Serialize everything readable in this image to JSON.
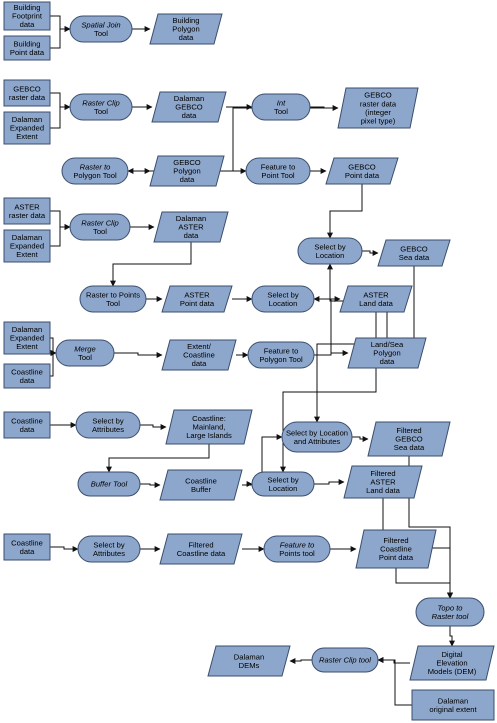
{
  "nodes": {
    "building_footprint": {
      "shape": "rect",
      "lines": [
        "Building",
        "Footprint",
        "data"
      ]
    },
    "building_point": {
      "shape": "rect",
      "lines": [
        "Building",
        "Point data"
      ]
    },
    "spatial_join": {
      "shape": "pill",
      "lines": [
        "Spatial Join",
        "Tool"
      ],
      "italic": [
        0
      ]
    },
    "building_polygon": {
      "shape": "para",
      "lines": [
        "Building",
        "Polygon",
        "data"
      ]
    },
    "gebco_raster": {
      "shape": "rect",
      "lines": [
        "GEBCO",
        "raster data"
      ]
    },
    "dalaman_extent_1": {
      "shape": "rect",
      "lines": [
        "Dalaman",
        "Expanded",
        "Extent"
      ]
    },
    "raster_clip_1": {
      "shape": "pill",
      "lines": [
        "Raster Clip",
        "Tool"
      ],
      "italic": [
        0
      ]
    },
    "dalaman_gebco": {
      "shape": "para",
      "lines": [
        "Dalaman",
        "GEBCO",
        "data"
      ]
    },
    "int_tool": {
      "shape": "pill",
      "lines": [
        "Int",
        "Tool"
      ],
      "italic": [
        0
      ]
    },
    "gebco_int": {
      "shape": "para",
      "lines": [
        "GEBCO",
        "raster data",
        "(integer",
        "pixel type)"
      ]
    },
    "raster_to_polygon": {
      "shape": "pill",
      "lines": [
        "Raster to",
        "Polygon Tool"
      ],
      "italic": [
        0
      ]
    },
    "gebco_polygon": {
      "shape": "para",
      "lines": [
        "GEBCO",
        "Polygon",
        "data"
      ]
    },
    "feature_to_point_1": {
      "shape": "pill",
      "lines": [
        "Feature to",
        "Point Tool"
      ]
    },
    "gebco_point": {
      "shape": "para",
      "lines": [
        "GEBCO",
        "Point data"
      ]
    },
    "aster_raster": {
      "shape": "rect",
      "lines": [
        "ASTER",
        "raster data"
      ]
    },
    "dalaman_extent_2": {
      "shape": "rect",
      "lines": [
        "Dalaman",
        "Expanded",
        "Extent"
      ]
    },
    "raster_clip_2": {
      "shape": "pill",
      "lines": [
        "Raster Clip",
        "Tool"
      ],
      "italic": [
        0
      ]
    },
    "dalaman_aster": {
      "shape": "para",
      "lines": [
        "Dalaman",
        "ASTER",
        "data"
      ]
    },
    "select_loc_1": {
      "shape": "pill",
      "lines": [
        "Select by",
        "Location"
      ]
    },
    "gebco_sea": {
      "shape": "para",
      "lines": [
        "GEBCO",
        "Sea data"
      ]
    },
    "raster_to_points": {
      "shape": "pill",
      "lines": [
        "Raster to Points",
        "Tool"
      ]
    },
    "aster_point": {
      "shape": "para",
      "lines": [
        "ASTER",
        "Point data"
      ]
    },
    "select_loc_2": {
      "shape": "pill",
      "lines": [
        "Select by",
        "Location"
      ]
    },
    "aster_land": {
      "shape": "para",
      "lines": [
        "ASTER",
        "Land data"
      ]
    },
    "dalaman_extent_3": {
      "shape": "rect",
      "lines": [
        "Dalaman",
        "Expanded",
        "Extent"
      ]
    },
    "coastline_1": {
      "shape": "rect",
      "lines": [
        "Coastline",
        "data"
      ]
    },
    "merge_tool": {
      "shape": "pill",
      "lines": [
        "Merge",
        "Tool"
      ],
      "italic": [
        0
      ]
    },
    "extent_coastline": {
      "shape": "para",
      "lines": [
        "Extent/",
        "Coastline",
        "data"
      ]
    },
    "feature_to_polygon": {
      "shape": "pill",
      "lines": [
        "Feature to",
        "Polygon Tool"
      ]
    },
    "land_sea_polygon": {
      "shape": "para",
      "lines": [
        "Land/Sea",
        "Polygon",
        "data"
      ]
    },
    "coastline_2": {
      "shape": "rect",
      "lines": [
        "Coastline",
        "data"
      ]
    },
    "select_attr_1": {
      "shape": "pill",
      "lines": [
        "Select by",
        "Attributes"
      ]
    },
    "coastline_mainland": {
      "shape": "para",
      "lines": [
        "Coastline:",
        "Mainland,",
        "Large Islands"
      ]
    },
    "select_loc_attr": {
      "shape": "pill",
      "lines": [
        "Select by Location",
        "and Attributes"
      ]
    },
    "filtered_gebco_sea": {
      "shape": "para",
      "lines": [
        "Filtered",
        "GEBCO",
        "Sea data"
      ]
    },
    "buffer_tool": {
      "shape": "pill",
      "lines": [
        "Buffer Tool"
      ],
      "italic": [
        0
      ]
    },
    "coastline_buffer": {
      "shape": "para",
      "lines": [
        "Coastline",
        "Buffer"
      ]
    },
    "select_loc_3": {
      "shape": "pill",
      "lines": [
        "Select by",
        "Location"
      ]
    },
    "filtered_aster_land": {
      "shape": "para",
      "lines": [
        "Filtered",
        "ASTER",
        "Land data"
      ]
    },
    "coastline_3": {
      "shape": "rect",
      "lines": [
        "Coastline",
        "data"
      ]
    },
    "select_attr_2": {
      "shape": "pill",
      "lines": [
        "Select by",
        "Attributes"
      ]
    },
    "filtered_coastline": {
      "shape": "para",
      "lines": [
        "Filtered",
        "Coastline data"
      ]
    },
    "feature_to_points_2": {
      "shape": "pill",
      "lines": [
        "Feature to",
        "Points tool"
      ],
      "italic": [
        0
      ]
    },
    "filtered_coastline_point": {
      "shape": "para",
      "lines": [
        "Filtered",
        "Coastline",
        "Point data"
      ]
    },
    "topo_to_raster": {
      "shape": "pill",
      "lines": [
        "Topo to",
        "Raster tool"
      ],
      "italic": [
        0,
        1
      ]
    },
    "dem": {
      "shape": "para",
      "lines": [
        "Digital",
        "Elevation",
        "Models (DEM)"
      ]
    },
    "raster_clip_3": {
      "shape": "pill",
      "lines": [
        "Raster Clip tool"
      ],
      "italic": [
        0
      ]
    },
    "dalaman_dems": {
      "shape": "para",
      "lines": [
        "Dalaman",
        "DEMs"
      ]
    },
    "dalaman_original": {
      "shape": "rect",
      "lines": [
        "Dalaman",
        "original extent"
      ]
    }
  },
  "edges": [
    [
      "building_footprint",
      "spatial_join"
    ],
    [
      "building_point",
      "spatial_join"
    ],
    [
      "spatial_join",
      "building_polygon"
    ],
    [
      "gebco_raster",
      "raster_clip_1"
    ],
    [
      "dalaman_extent_1",
      "raster_clip_1"
    ],
    [
      "raster_clip_1",
      "dalaman_gebco"
    ],
    [
      "dalaman_gebco",
      "int_tool"
    ],
    [
      "int_tool",
      "gebco_int"
    ],
    [
      "gebco_int",
      "raster_to_polygon"
    ],
    [
      "raster_to_polygon",
      "gebco_polygon"
    ],
    [
      "gebco_polygon",
      "feature_to_point_1"
    ],
    [
      "feature_to_point_1",
      "gebco_point"
    ],
    [
      "aster_raster",
      "raster_clip_2"
    ],
    [
      "dalaman_extent_2",
      "raster_clip_2"
    ],
    [
      "raster_clip_2",
      "dalaman_aster"
    ],
    [
      "gebco_point",
      "select_loc_1"
    ],
    [
      "select_loc_1",
      "gebco_sea"
    ],
    [
      "dalaman_aster",
      "raster_to_points"
    ],
    [
      "raster_to_points",
      "aster_point"
    ],
    [
      "aster_point",
      "select_loc_2"
    ],
    [
      "select_loc_2",
      "aster_land"
    ],
    [
      "dalaman_extent_3",
      "merge_tool"
    ],
    [
      "coastline_1",
      "merge_tool"
    ],
    [
      "merge_tool",
      "extent_coastline"
    ],
    [
      "extent_coastline",
      "feature_to_polygon"
    ],
    [
      "feature_to_polygon",
      "land_sea_polygon"
    ],
    [
      "land_sea_polygon",
      "select_loc_1"
    ],
    [
      "land_sea_polygon",
      "select_loc_2"
    ],
    [
      "coastline_2",
      "select_attr_1"
    ],
    [
      "select_attr_1",
      "coastline_mainland"
    ],
    [
      "coastline_mainland",
      "buffer_tool"
    ],
    [
      "buffer_tool",
      "coastline_buffer"
    ],
    [
      "gebco_sea",
      "select_loc_attr"
    ],
    [
      "coastline_buffer",
      "select_loc_attr"
    ],
    [
      "select_loc_attr",
      "filtered_gebco_sea"
    ],
    [
      "coastline_buffer",
      "select_loc_3"
    ],
    [
      "aster_land",
      "select_loc_3"
    ],
    [
      "select_loc_3",
      "filtered_aster_land"
    ],
    [
      "coastline_3",
      "select_attr_2"
    ],
    [
      "select_attr_2",
      "filtered_coastline"
    ],
    [
      "filtered_coastline",
      "feature_to_points_2"
    ],
    [
      "feature_to_points_2",
      "filtered_coastline_point"
    ],
    [
      "filtered_gebco_sea",
      "topo_to_raster"
    ],
    [
      "filtered_aster_land",
      "topo_to_raster"
    ],
    [
      "filtered_coastline_point",
      "topo_to_raster"
    ],
    [
      "topo_to_raster",
      "dem"
    ],
    [
      "dem",
      "raster_clip_3"
    ],
    [
      "dalaman_original",
      "raster_clip_3"
    ],
    [
      "raster_clip_3",
      "dalaman_dems"
    ]
  ]
}
